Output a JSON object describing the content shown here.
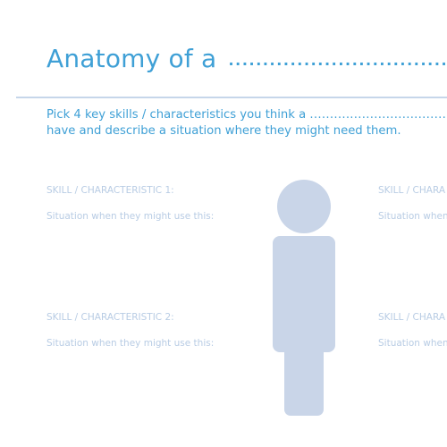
{
  "title": {
    "text": "Anatomy of a",
    "blank": "................................"
  },
  "instructions": {
    "line1_text": "Pick 4 key skills / characteristics you think a",
    "line1_blank": "..............................................",
    "line2": "have and describe a situation where they might need them."
  },
  "skills": [
    {
      "label": "SKILL / CHARACTERISTIC 1:",
      "situation": "Situation when they might use this:"
    },
    {
      "label": "SKILL / CHARA",
      "situation": "Situation when"
    },
    {
      "label": "SKILL / CHARACTERISTIC 2:",
      "situation": "Situation when they might use this:"
    },
    {
      "label": "SKILL / CHARA",
      "situation": "Situation when"
    }
  ],
  "colors": {
    "accent_blue": "#3fa0d6",
    "muted_label": "#b8cce4",
    "figure_fill": "#c9d5e8",
    "rule": "#c6d6ea"
  },
  "icons": {
    "figure": "person-silhouette-icon"
  }
}
